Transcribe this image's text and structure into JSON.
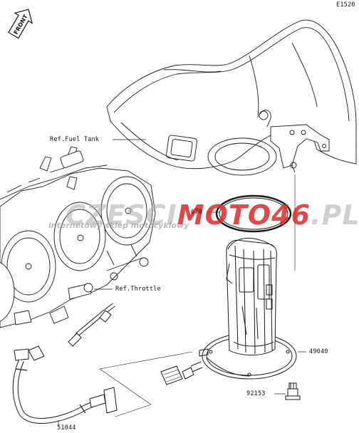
{
  "diagram_code": "E1520",
  "front_label": "FRONT",
  "watermark": {
    "brand_part1": "CZESCI",
    "brand_part2": "MOTO46",
    "brand_suffix": ".PL",
    "tagline": "internetowy sklep motocyklowy"
  },
  "labels": {
    "fuel_tank": "Ref.Fuel Tank",
    "gasket": "670",
    "throttle": "Ref.Throttle",
    "pump": "49040",
    "bolt": "92153",
    "hose": "51044"
  }
}
